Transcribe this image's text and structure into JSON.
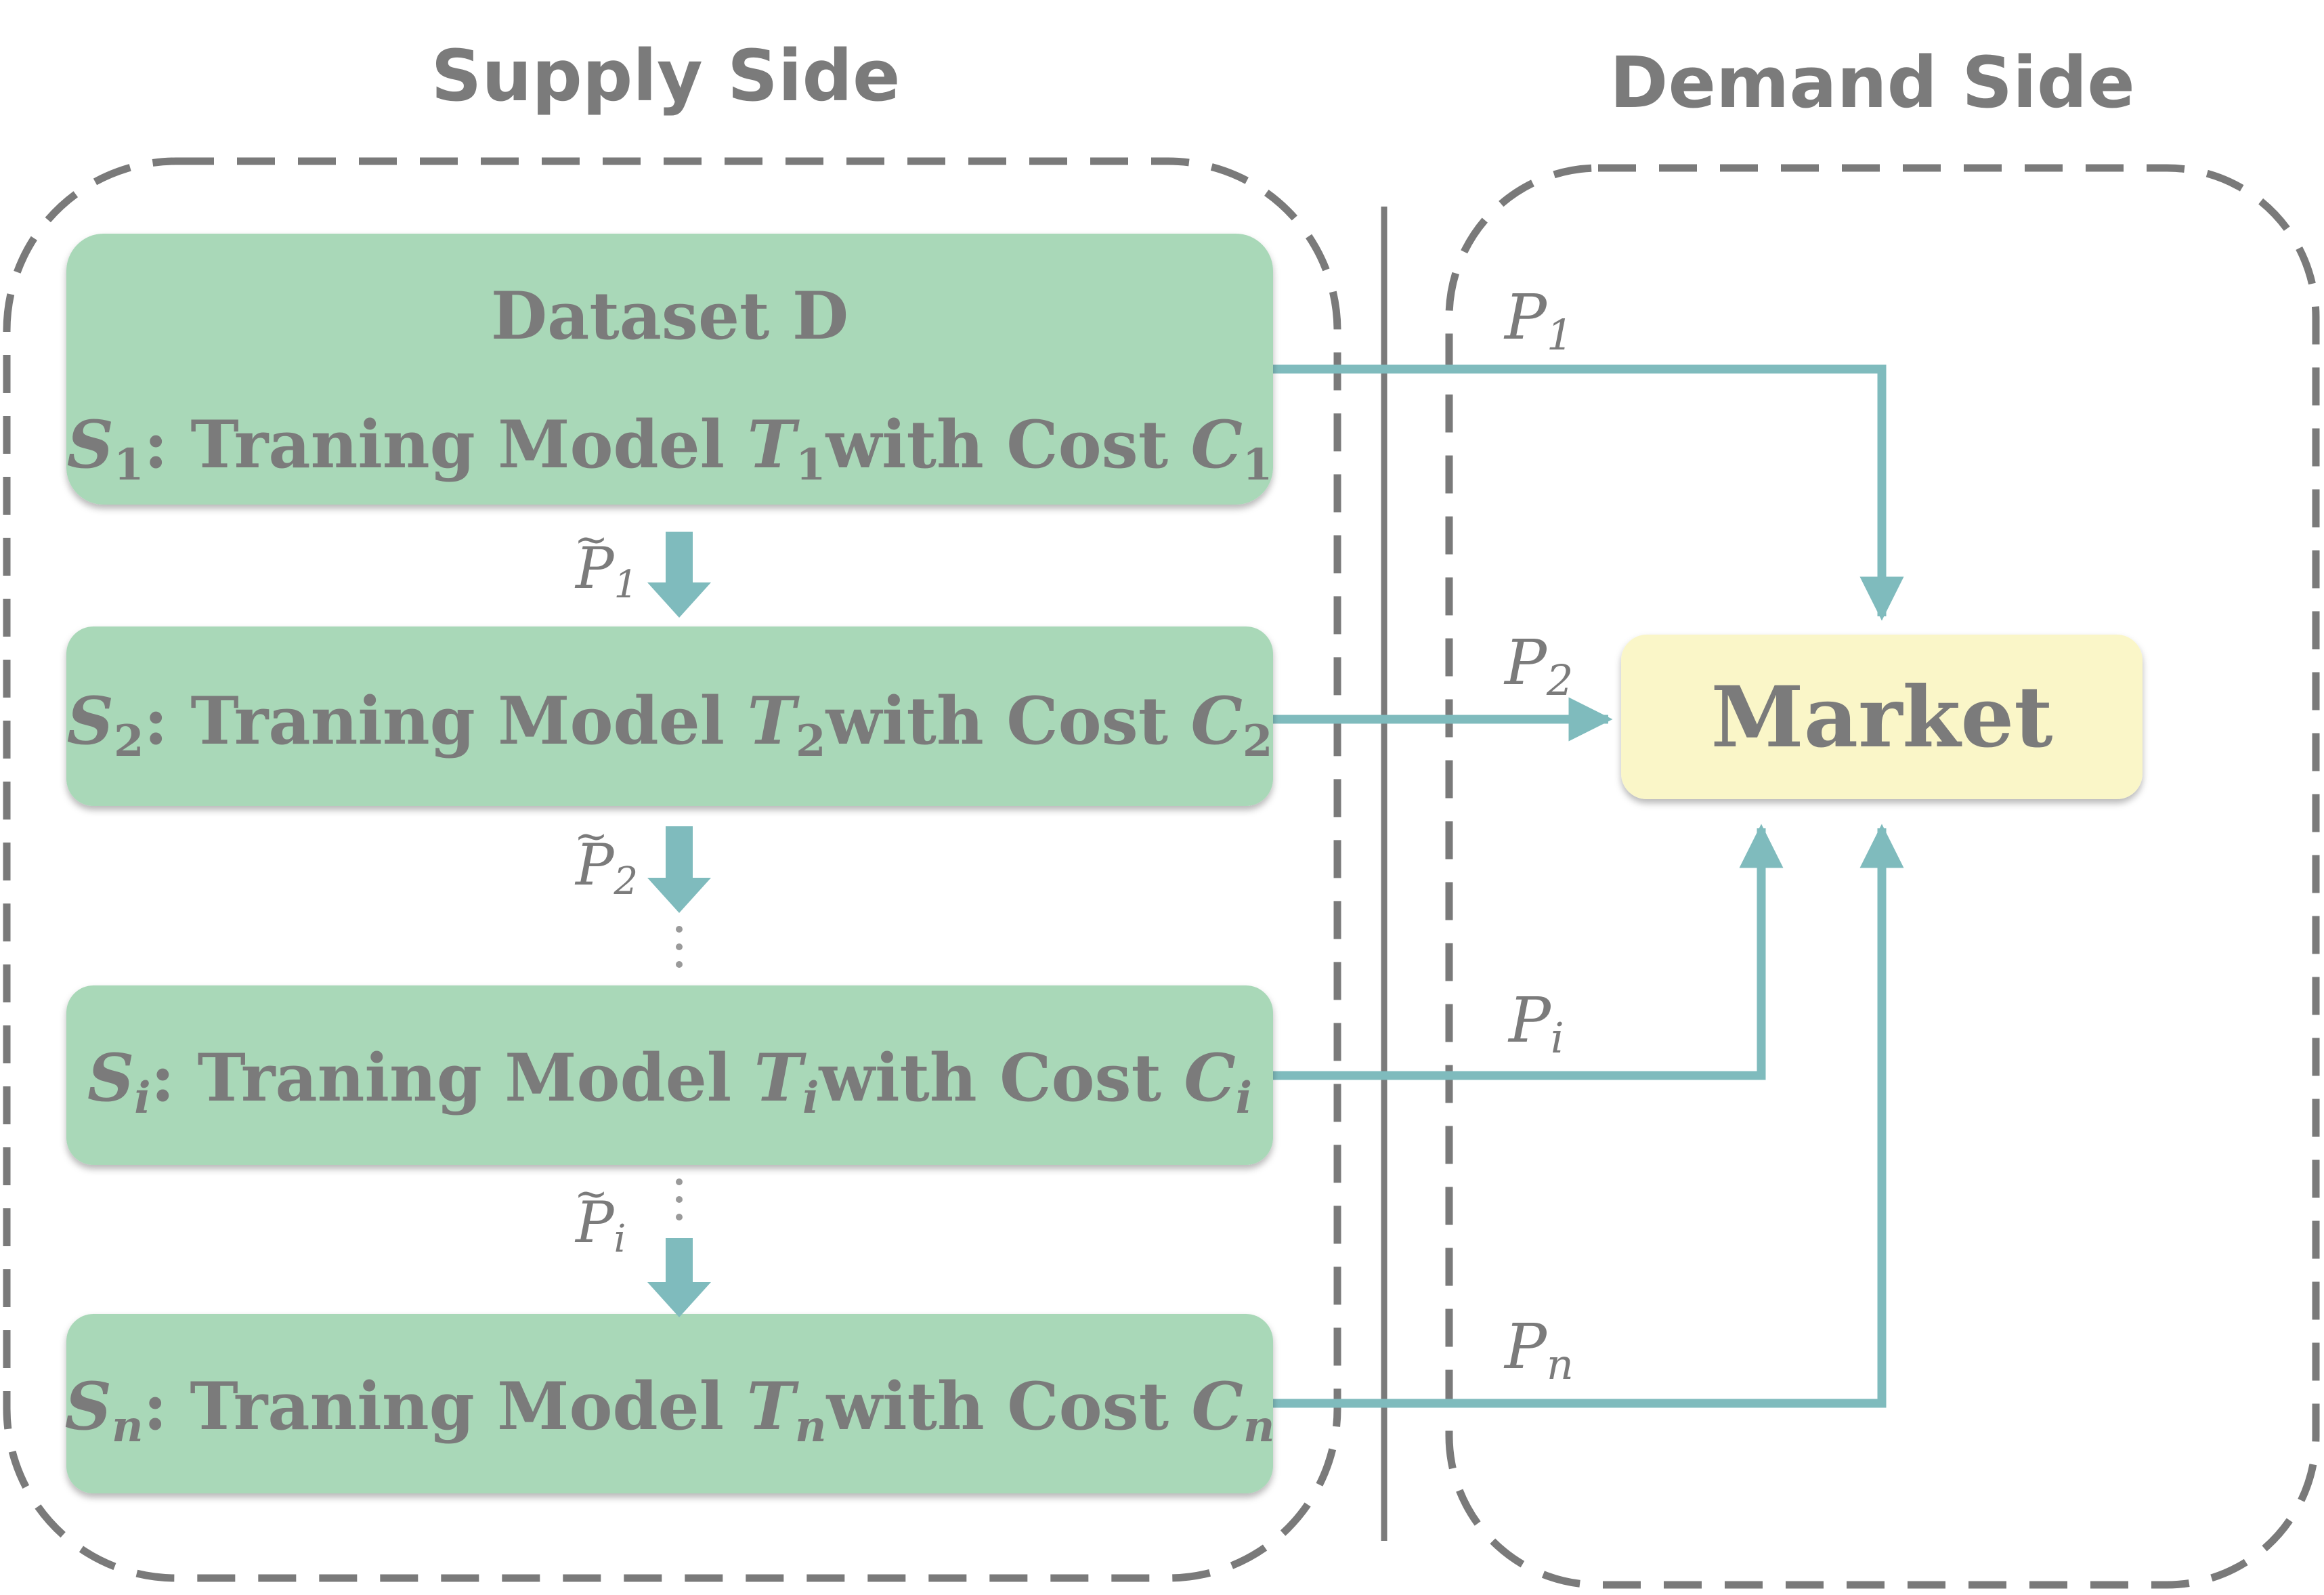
{
  "headers": {
    "supply": "Supply Side",
    "demand": "Demand Side"
  },
  "stages": [
    {
      "id": "1",
      "top_line": "Dataset D",
      "sub": "1",
      "text_a": ": Traning Model ",
      "text_b": "with Cost "
    },
    {
      "id": "2",
      "sub": "2",
      "text_a": ": Traning Model ",
      "text_b": "with Cost "
    },
    {
      "id": "i",
      "sub": "i",
      "text_a": ": Traning Model ",
      "text_b": "with Cost "
    },
    {
      "id": "n",
      "sub": "n",
      "text_a": ": Traning Model ",
      "text_b": "with Cost "
    }
  ],
  "symbols": {
    "S": "S",
    "T": "T",
    "C": "C",
    "P": "P",
    "tilde": "~"
  },
  "transfers": [
    "1",
    "2",
    "i"
  ],
  "prices": [
    "1",
    "2",
    "i",
    "n"
  ],
  "market": "Market",
  "colors": {
    "stage_fill": "#a9d8b8",
    "market_fill": "#faf6c8",
    "arrow": "#7fbbbd",
    "text": "#7b7b7b",
    "dash": "#7a7a7a"
  }
}
